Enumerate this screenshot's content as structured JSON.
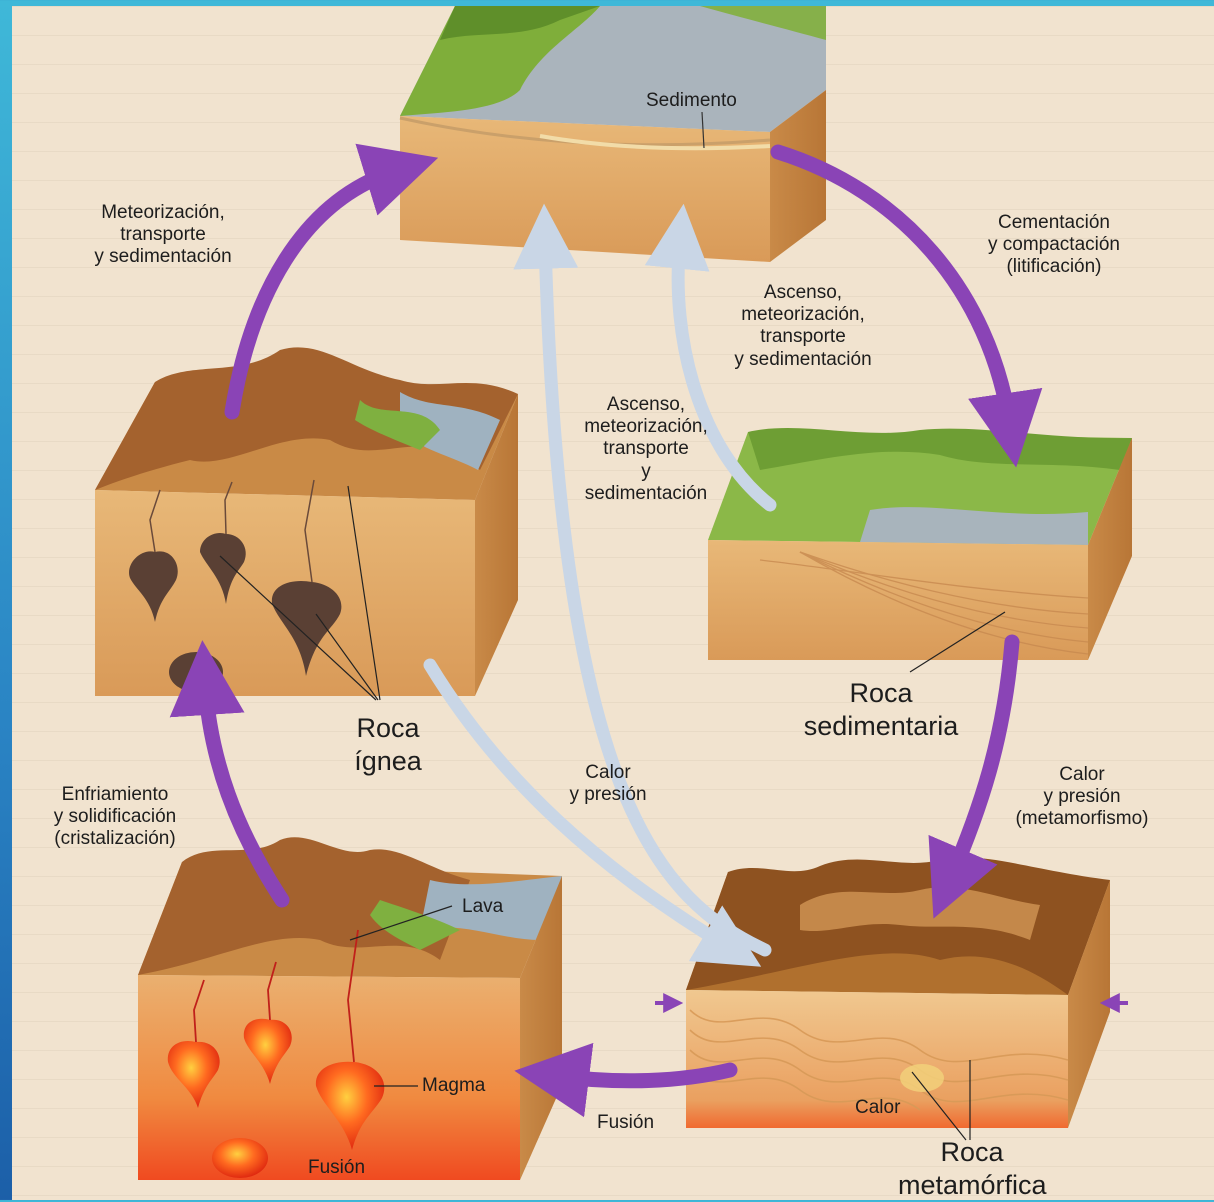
{
  "colors": {
    "process_arrow": "#8a44b6",
    "return_arrow": "#c9d6e6",
    "frame": "#2a84c4"
  },
  "stages": {
    "sedimentary": {
      "lines": [
        "Roca",
        "sedimentaria"
      ]
    },
    "igneous": {
      "lines": [
        "Roca",
        "ígnea"
      ]
    },
    "metamorphic": {
      "lines": [
        "Roca",
        "metamórfica"
      ]
    }
  },
  "block_labels": {
    "sediment": "Sedimento",
    "lava": "Lava",
    "magma": "Magma",
    "fusion_inner": "Fusión",
    "heat": "Calor"
  },
  "processes": {
    "weathering_left": [
      "Meteorización,",
      "transporte",
      "y sedimentación"
    ],
    "cementation": [
      "Cementación",
      "y compactación",
      "(litificación)"
    ],
    "uplift_right": [
      "Ascenso,",
      "meteorización,",
      "transporte",
      "y sedimentación"
    ],
    "uplift_center": [
      "Ascenso,",
      "meteorización,",
      "transporte",
      "y",
      "sedimentación"
    ],
    "cooling": [
      "Enfriamiento",
      "y solidificación",
      "(cristalización)"
    ],
    "heat_pressure_center": [
      "Calor",
      "y presión"
    ],
    "heat_pressure_right": [
      "Calor",
      "y presión",
      "(metamorfismo)"
    ],
    "melting": "Fusión"
  }
}
